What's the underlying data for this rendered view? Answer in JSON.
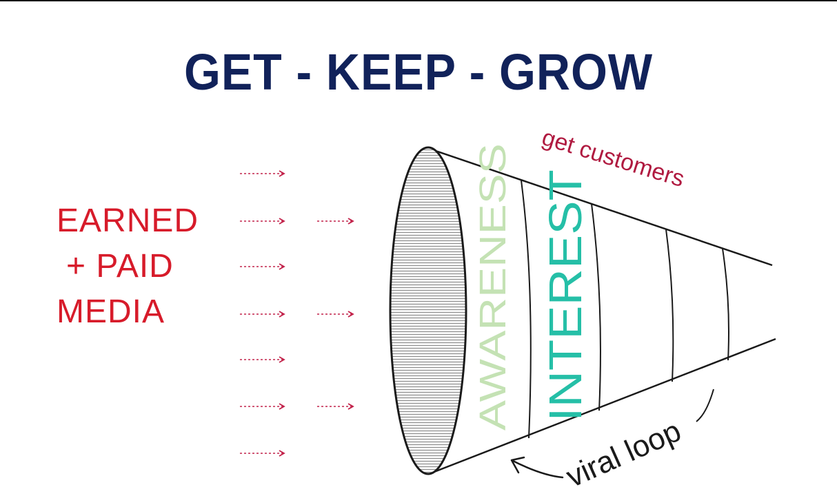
{
  "title": "GET - KEEP - GROW",
  "media_label": {
    "line1": "EARNED",
    "line2": "+ PAID",
    "line3": "MEDIA"
  },
  "funnel": {
    "stage1": "AWARENESS",
    "stage2": "INTEREST",
    "top_label": "get customers",
    "bottom_label": "viral loop"
  },
  "colors": {
    "title": "#11225a",
    "media": "#d71b2a",
    "arrows": "#c2224a",
    "awareness": "#c4e2b4",
    "interest": "#25bfa7",
    "annotation": "#b01a40",
    "outline": "#1a1a1a"
  },
  "icons": {
    "arrow": "dotted-right-arrow-icon",
    "mouth": "hatched-funnel-mouth"
  }
}
